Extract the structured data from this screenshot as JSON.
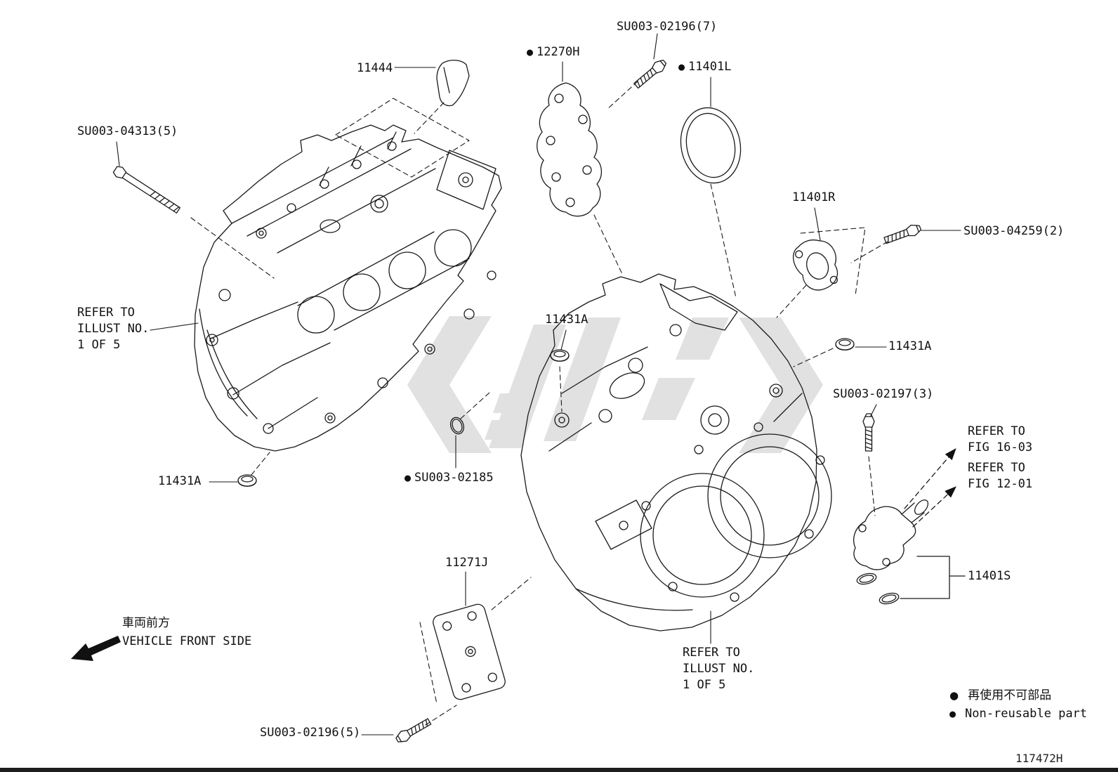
{
  "meta": {
    "drawing_code": "117472H",
    "bullet": "●"
  },
  "colors": {
    "line_color": "#1a1a1a",
    "watermark_color": "#c9c9c9"
  },
  "labels": {
    "su003_02196_7": "SU003-02196(7)",
    "p12270h": "12270H",
    "p11444": "11444",
    "p11401l": "11401L",
    "su003_04313_5": "SU003-04313(5)",
    "p11401r": "11401R",
    "su003_04259_2": "SU003-04259(2)",
    "p11431a": "11431A",
    "su003_02197_3": "SU003-02197(3)",
    "su003_02185": "SU003-02185",
    "p11271j": "11271J",
    "p11401s": "11401S",
    "su003_02196_5": "SU003-02196(5)"
  },
  "notes": {
    "refer_to": "REFER TO",
    "illust_no": "ILLUST NO.",
    "one_of_five": "1 OF 5",
    "fig_16_03": "FIG 16-03",
    "fig_12_01": "FIG 12-01",
    "vehicle_front_jp": "車両前方",
    "vehicle_front_en": "VEHICLE FRONT SIDE",
    "non_reusable_jp": "再使用不可部品",
    "non_reusable_en": "Non-reusable part"
  }
}
